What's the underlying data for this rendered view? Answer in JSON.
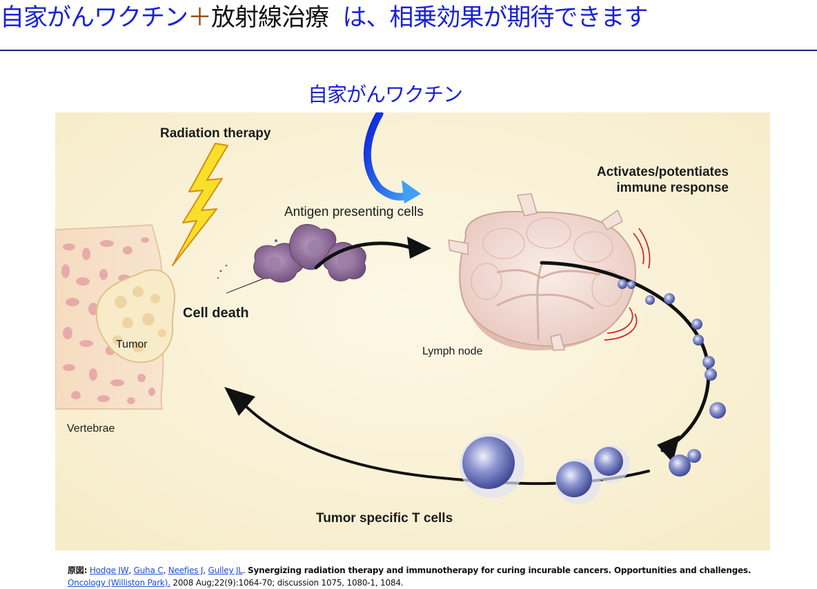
{
  "header": {
    "title_part1": "自家がんワクチン",
    "title_plus": "＋",
    "title_part2": "放射線治療",
    "title_part3": "は、相乗効果が期待できます"
  },
  "vaccine_label": "自家がんワクチン",
  "figure": {
    "labels": {
      "radiation": "Radiation therapy",
      "apc": "Antigen presenting cells",
      "activates_1": "Activates/potentiates",
      "activates_2": "immune response",
      "cell_death": "Cell death",
      "tumor": "Tumor",
      "lymph_node": "Lymph node",
      "vertebrae": "Vertebrae",
      "t_cells": "Tumor specific T cells"
    }
  },
  "citation": {
    "prefix": "原図:",
    "authors": [
      "Hodge JW",
      "Guha C",
      "Neefjes J",
      "Gulley JL"
    ],
    "title": "Synergizing radiation therapy and immunotherapy for curing incurable cancers. Opportunities and challenges.",
    "journal": "Oncology (Williston Park).",
    "details": "2008 Aug;22(9):1064-70; discussion 1075, 1080-1, 1084."
  },
  "colors": {
    "title_blue": "#1a22d6",
    "rule": "#1a237e",
    "panel": "#faf3dc",
    "link": "#1a4fd6"
  }
}
